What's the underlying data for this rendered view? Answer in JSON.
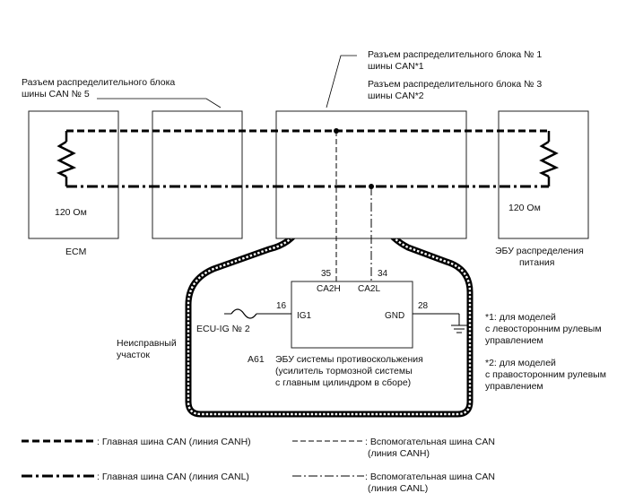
{
  "labels": {
    "junction5_l1": "Разъем распределительного блока",
    "junction5_l2": "шины CAN № 5",
    "junction1_l1": "Разъем распределительного блока № 1",
    "junction1_l2": "шины CAN*1",
    "junction3_l1": "Разъем распределительного блока № 3",
    "junction3_l2": "шины CAN*2",
    "res_left": "120 Ом",
    "res_right": "120 Ом",
    "ecm": "ECM",
    "pdu_l1": "ЭБУ распределения",
    "pdu_l2": "питания",
    "pin35": "35",
    "pin34": "34",
    "pin_ca2h": "CA2H",
    "pin_ca2l": "CA2L",
    "pin16": "16",
    "pin_ig1": "IG1",
    "pin_gnd": "GND",
    "pin28": "28",
    "ecu_ig2": "ECU-IG № 2",
    "faulty_l1": "Неисправный",
    "faulty_l2": "участок",
    "a61": "A61",
    "ecu_l1": "ЭБУ системы противоскольжения",
    "ecu_l2": "(усилитель тормозной системы",
    "ecu_l3": "с главным цилиндром в сборе)",
    "note1_l1": "*1: для моделей",
    "note1_l2": "с левосторонним рулевым",
    "note1_l3": "управлением",
    "note2_l1": "*2: для моделей",
    "note2_l2": "с правосторонним рулевым",
    "note2_l3": "управлением"
  },
  "legend": {
    "main_canh": ": Главная шина CAN (линия CANH)",
    "main_canl": ": Главная шина CAN (линия CANL)",
    "sub_canh_l1": ": Вспомогательная шина CAN",
    "sub_canh_l2": "(линия CANH)",
    "sub_canl_l1": ": Вспомогательная шина CAN",
    "sub_canl_l2": "(линия CANL)"
  }
}
